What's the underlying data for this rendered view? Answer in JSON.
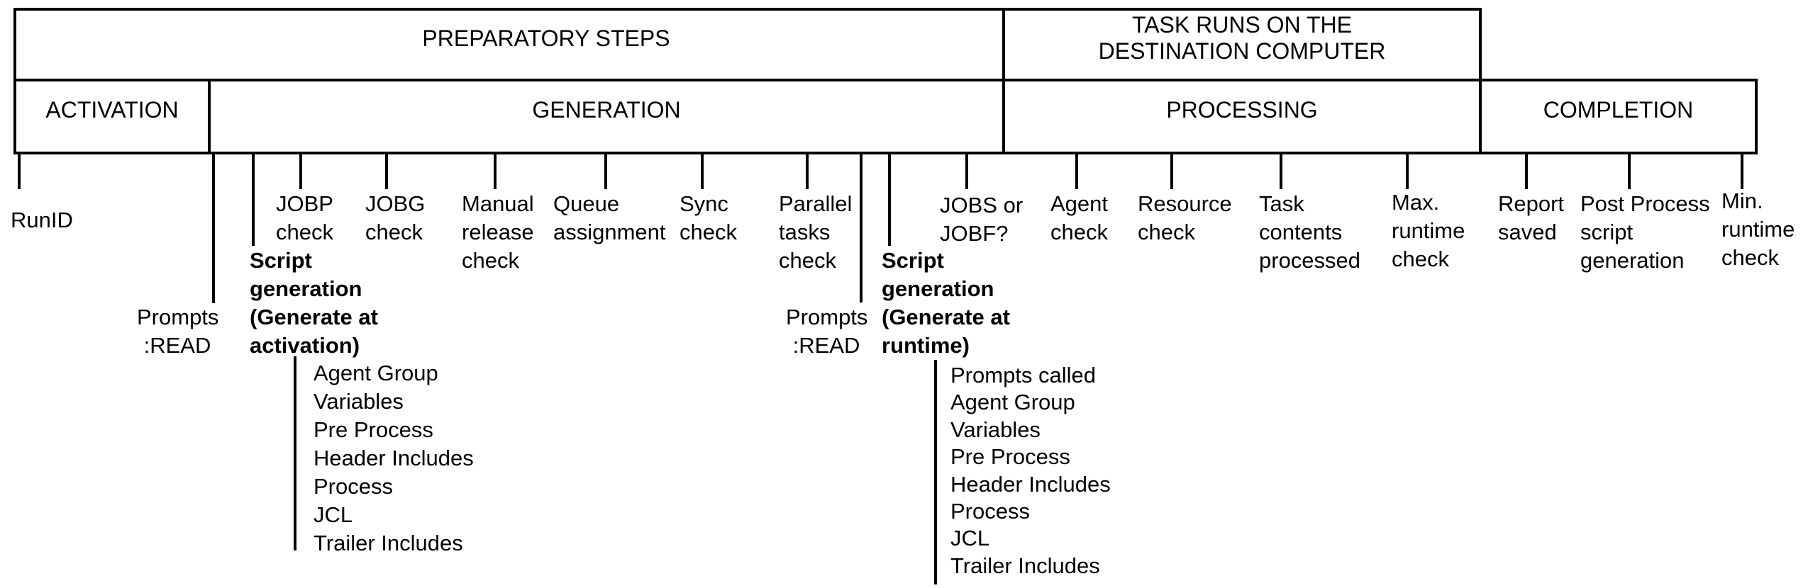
{
  "groups": {
    "preparatory": {
      "label": "PREPARATORY STEPS"
    },
    "task_runs": {
      "label": "TASK RUNS ON THE\nDESTINATION COMPUTER"
    }
  },
  "phases": {
    "activation": {
      "label": "ACTIVATION"
    },
    "generation": {
      "label": "GENERATION"
    },
    "processing": {
      "label": "PROCESSING"
    },
    "completion": {
      "label": "COMPLETION"
    }
  },
  "steps": {
    "runid": {
      "label": "RunID"
    },
    "prompts_read_activation": {
      "label": "Prompts\n:READ"
    },
    "script_generation_activation": {
      "label": "Script\ngeneration\n(Generate at\nactivation)"
    },
    "jobp_check": {
      "label": "JOBP\ncheck"
    },
    "jobg_check": {
      "label": "JOBG\ncheck"
    },
    "manual_release_check": {
      "label": "Manual\nrelease\ncheck"
    },
    "queue_assignment": {
      "label": "Queue\nassignment"
    },
    "sync_check": {
      "label": "Sync\ncheck"
    },
    "parallel_tasks_check": {
      "label": "Parallel\ntasks\ncheck"
    },
    "prompts_read_runtime": {
      "label": "Prompts\n:READ"
    },
    "script_generation_runtime": {
      "label": "Script\ngeneration\n(Generate at\nruntime)"
    },
    "jobs_or_jobf": {
      "label": "JOBS or\nJOBF?"
    },
    "agent_check": {
      "label": "Agent\ncheck"
    },
    "resource_check": {
      "label": "Resource\ncheck"
    },
    "task_contents_processed": {
      "label": "Task\ncontents\nprocessed"
    },
    "max_runtime_check": {
      "label": "Max.\nruntime\ncheck"
    },
    "report_saved": {
      "label": "Report\nsaved"
    },
    "post_process_script_generation": {
      "label": "Post Process\nscript\ngeneration"
    },
    "min_runtime_check": {
      "label": "Min.\nruntime\ncheck"
    }
  },
  "script_generation_details": {
    "activation_items": [
      "Agent Group",
      "Variables",
      "Pre Process",
      "Header Includes",
      "Process",
      "JCL",
      "Trailer Includes"
    ],
    "runtime_items": [
      "Prompts called",
      "Agent Group",
      "Variables",
      "Pre Process",
      "Header Includes",
      "Process",
      "JCL",
      "Trailer Includes"
    ]
  },
  "colors": {
    "line": "#000000",
    "background": "#ffffff",
    "text": "#000000"
  }
}
